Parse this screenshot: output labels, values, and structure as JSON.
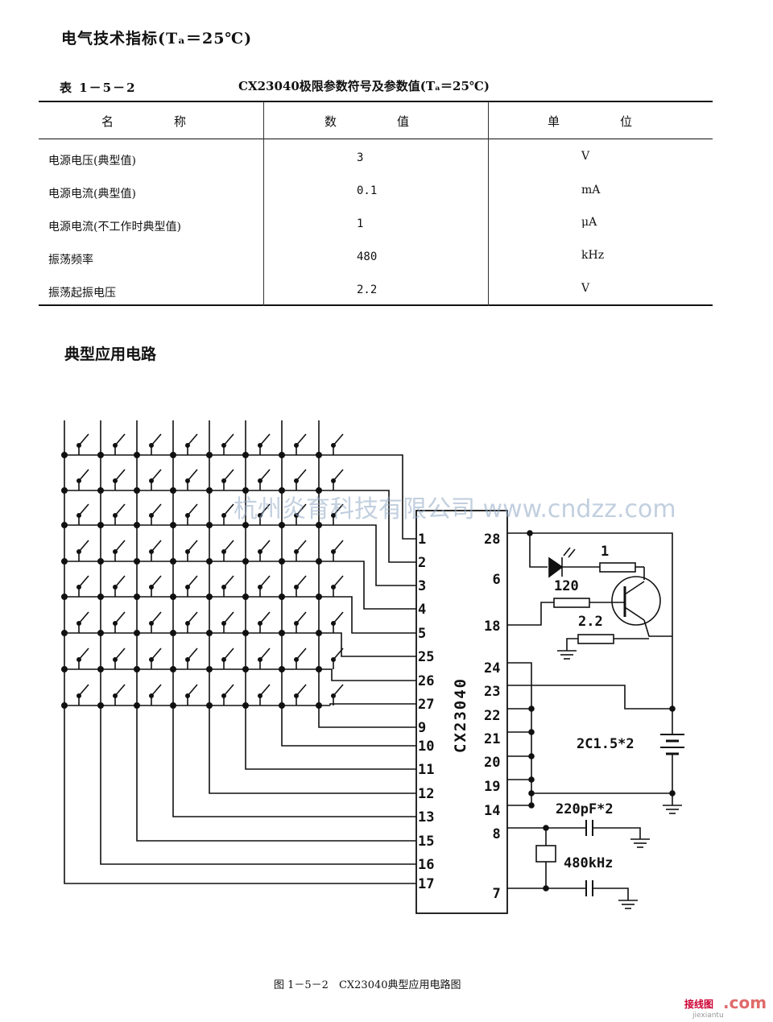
{
  "spec_heading": "电气技术指标(Tₐ＝25℃)",
  "table": {
    "label": "表 1－5－2",
    "title": "CX23040极限参数符号及参数值(Tₐ＝25℃)",
    "headers": [
      "名　　　　　称",
      "数　　　　　值",
      "单　　　　　位"
    ],
    "rows": [
      {
        "name": "电源电压(典型值)",
        "value": "3",
        "unit": "V"
      },
      {
        "name": "电源电流(典型值)",
        "value": "0.1",
        "unit": "mA"
      },
      {
        "name": "电源电流(不工作时典型值)",
        "value": "1",
        "unit": "μA"
      },
      {
        "name": "振荡频率",
        "value": "480",
        "unit": "kHz"
      },
      {
        "name": "振荡起振电压",
        "value": "2.2",
        "unit": "V"
      }
    ]
  },
  "circuit_heading": "典型应用电路",
  "circuit": {
    "chip_name": "CX23040",
    "left_pins": [
      "1",
      "2",
      "3",
      "4",
      "5",
      "25",
      "26",
      "27",
      "9",
      "10",
      "11",
      "12",
      "13",
      "15",
      "16",
      "17"
    ],
    "right_pins": [
      "28",
      "6",
      "18",
      "24",
      "23",
      "22",
      "21",
      "20",
      "19",
      "14",
      "8",
      "7"
    ],
    "components": {
      "r1": "1",
      "r120": "120",
      "r22": "2.2",
      "battery": "2C1.5*2",
      "cap": "220pF*2",
      "crystal": "480kHz"
    },
    "watermark": "杭州炎育科技有限公司 www.cndzz.com"
  },
  "caption": "图 1－5－2　CX23040典型应用电路图",
  "footer_watermark": {
    "site": "接线图",
    "domain": ".com",
    "url": "jiexiantu"
  }
}
